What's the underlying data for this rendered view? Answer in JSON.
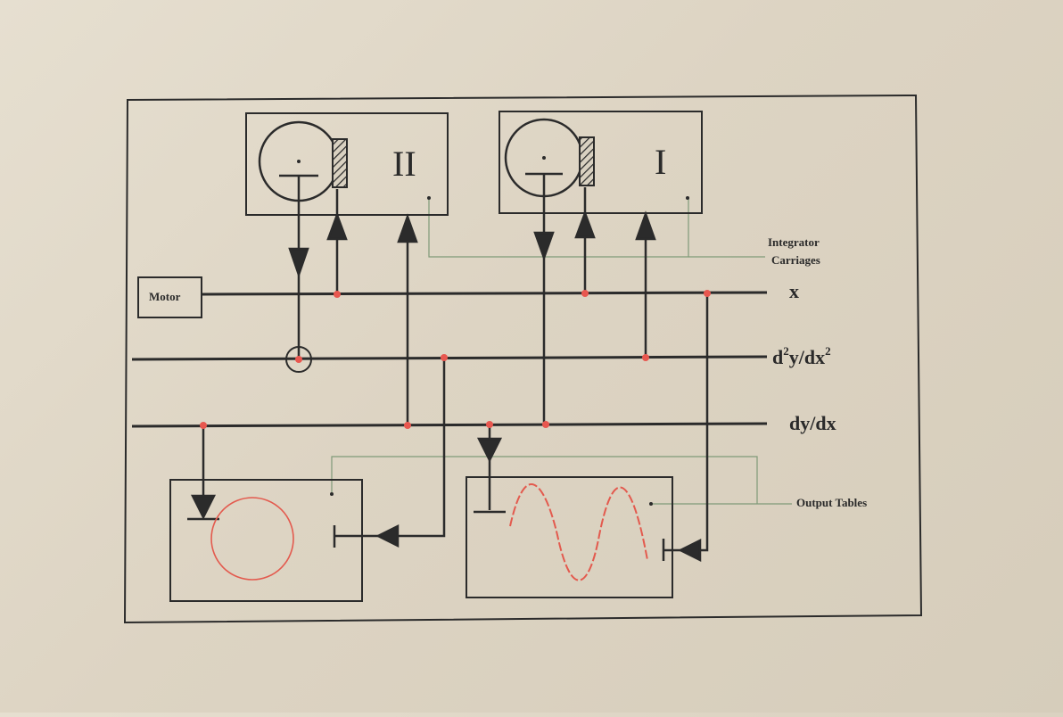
{
  "diagram": {
    "motor_label": "Motor",
    "integrator_1_label": "I",
    "integrator_2_label": "II",
    "integrator_carriages_label_line1": "Integrator",
    "integrator_carriages_label_line2": "Carriages",
    "shaft_x_label": "x",
    "shaft_d2_label_d": "d",
    "shaft_d2_label_sup1": "2",
    "shaft_d2_label_mid": "y/dx",
    "shaft_d2_label_sup2": "2",
    "shaft_d1_label": "dy/dx",
    "output_tables_label": "Output Tables",
    "colors": {
      "line": "#2b2b2b",
      "connector_dot": "#e8574f",
      "trace": "#e35a4e",
      "leader_line": "#7f9a78",
      "background": "#e2dacb"
    }
  }
}
